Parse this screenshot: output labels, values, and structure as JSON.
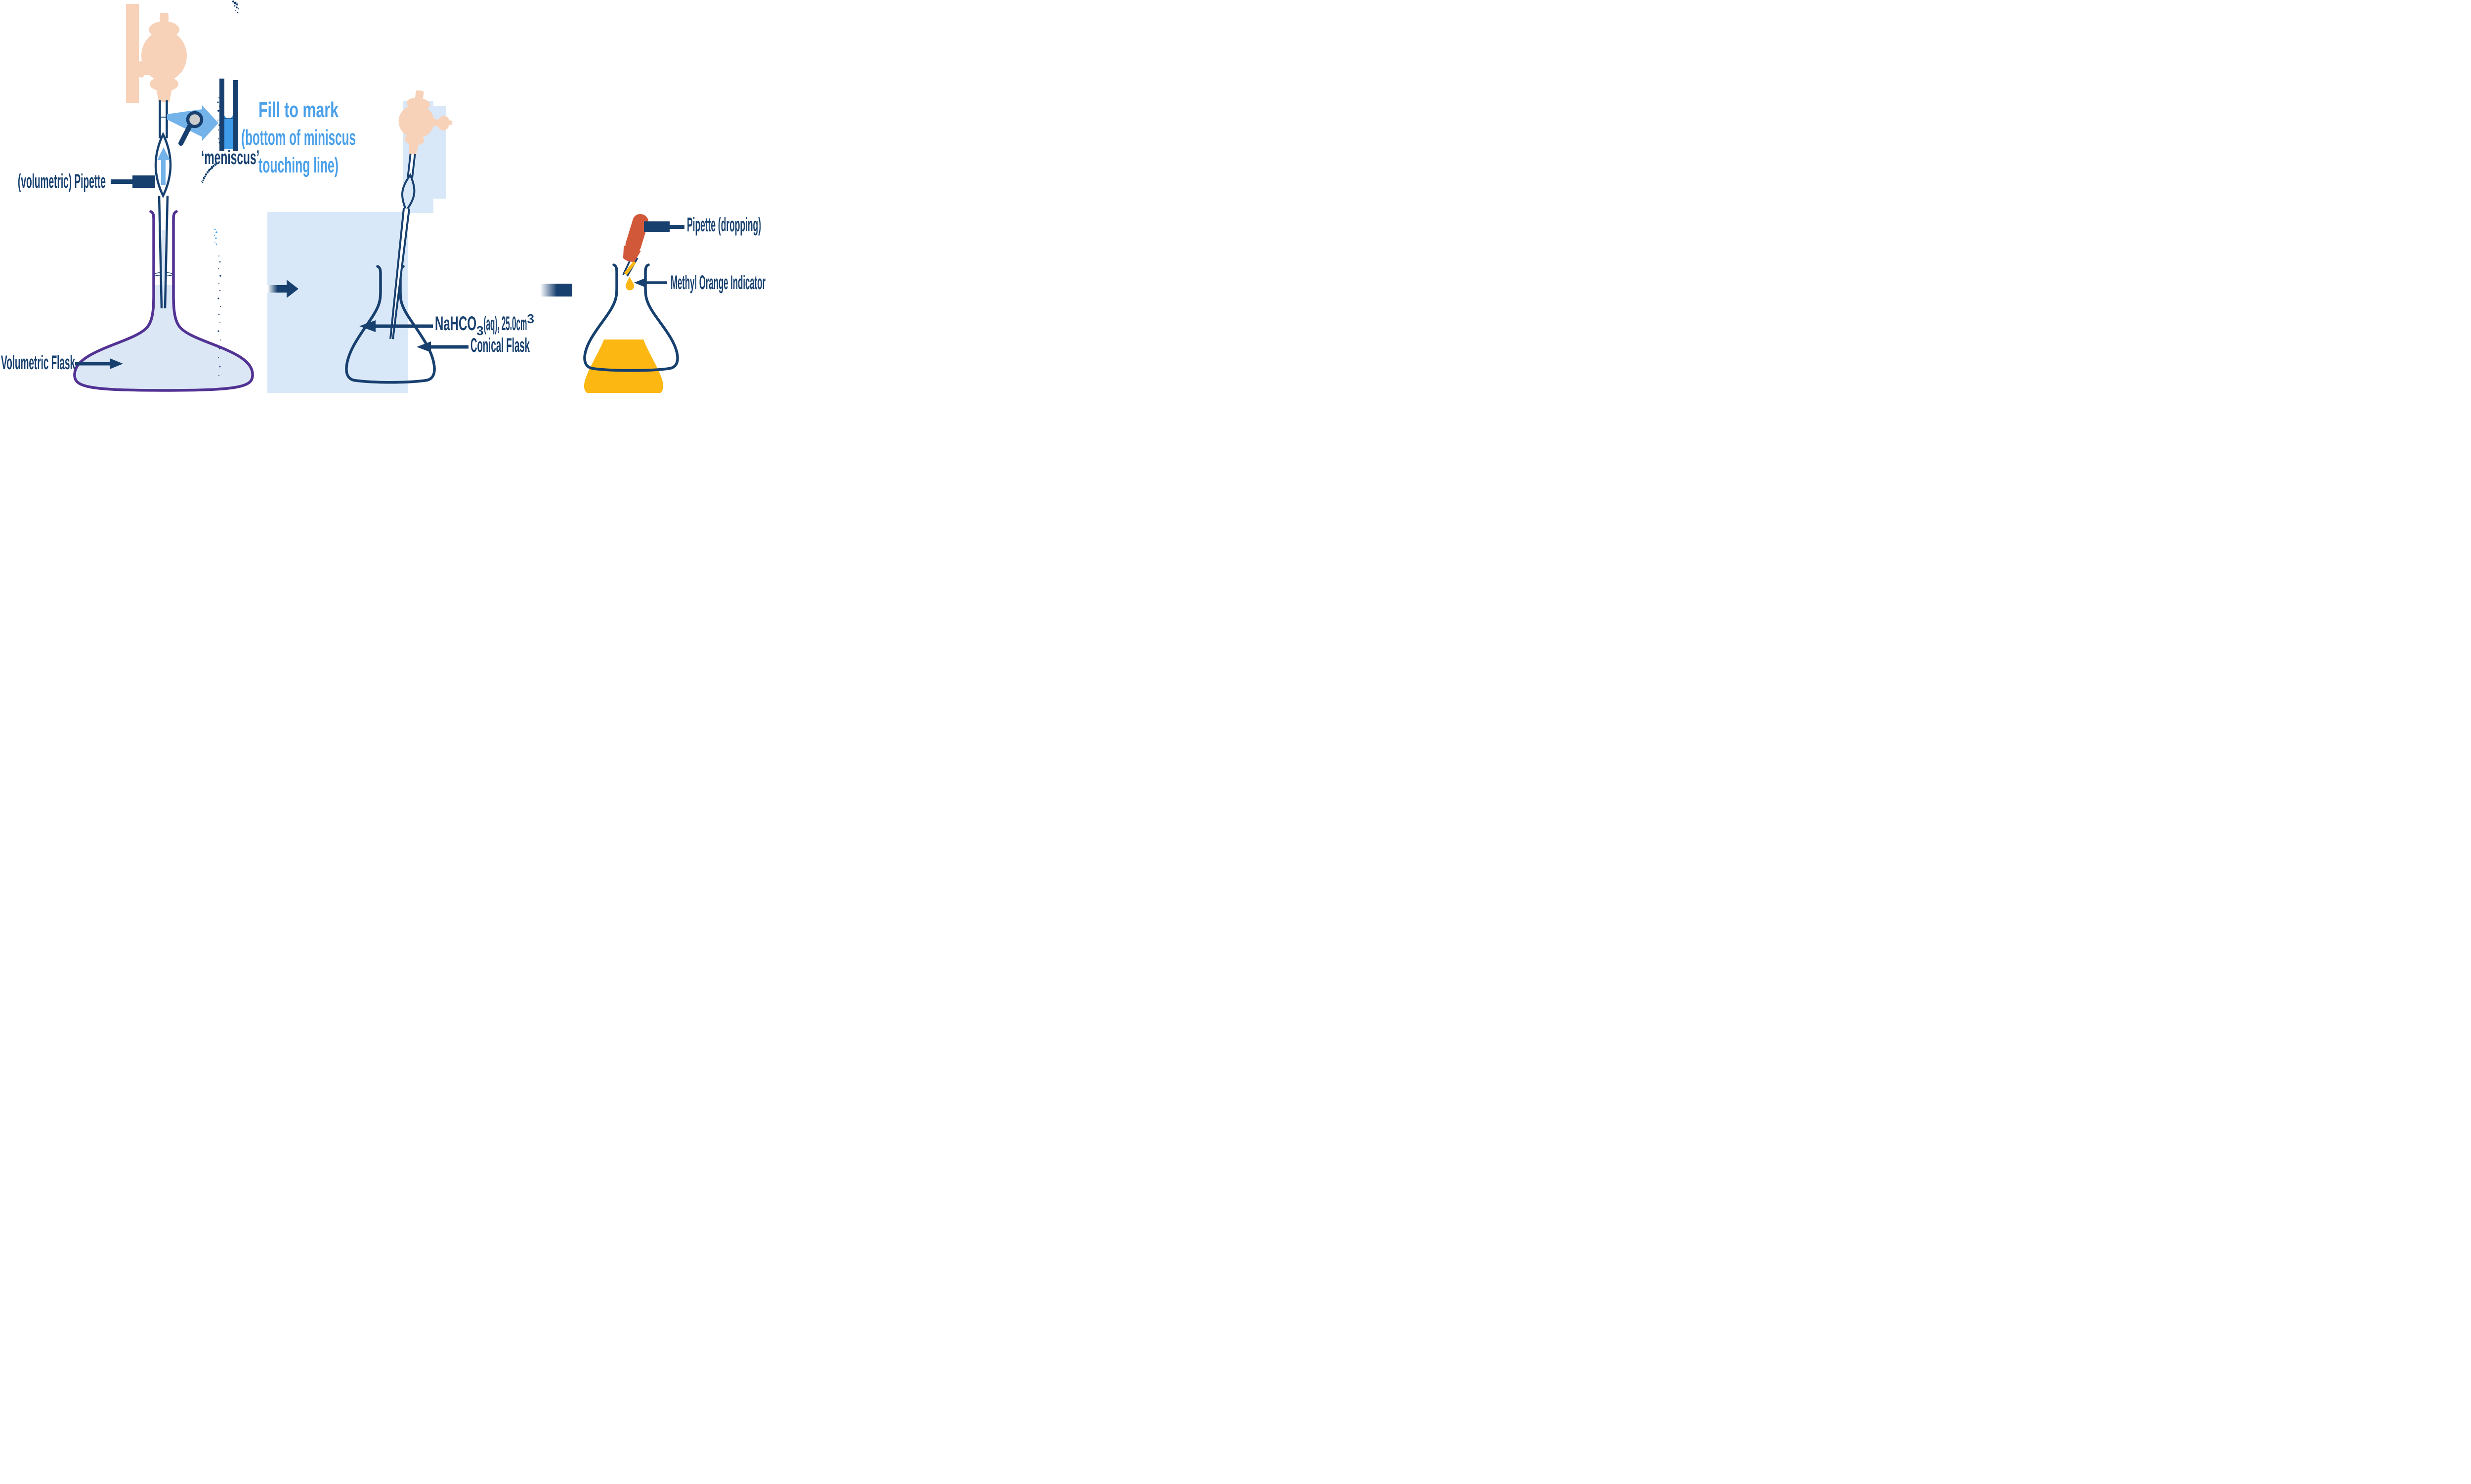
{
  "colors": {
    "navy": "#17406F",
    "blue_text": "#4AA0E9",
    "beam_blue": "#74B3EA",
    "liquid_blue": "#3E9CE8",
    "bg_blue": "#D9E8F8",
    "flask_fill": "#DCE7F6",
    "purple": "#523293",
    "peach": "#F8D2B8",
    "red_orange": "#D2583A",
    "golden": "#FCB713",
    "lens_gray": "#CDCCCC"
  },
  "stage1": {
    "fill_note_line1": "Fill to mark",
    "fill_note_line2": "(bottom of miniscus",
    "fill_note_line3": "touching line)",
    "meniscus_label": "‘meniscus’",
    "pipette_label": "(volumetric) Pipette",
    "flask_label": "Volumetric Flask"
  },
  "stage2": {
    "solution_formula": "NaHCO",
    "solution_subscript": "3",
    "solution_suffix": "(aq), 25.0cm",
    "solution_superscript": "3",
    "flask_label": "Conical Flask"
  },
  "stage3": {
    "pipette_label": "Pipette (dropping)",
    "indicator_label": "Methyl Orange Indicator"
  }
}
